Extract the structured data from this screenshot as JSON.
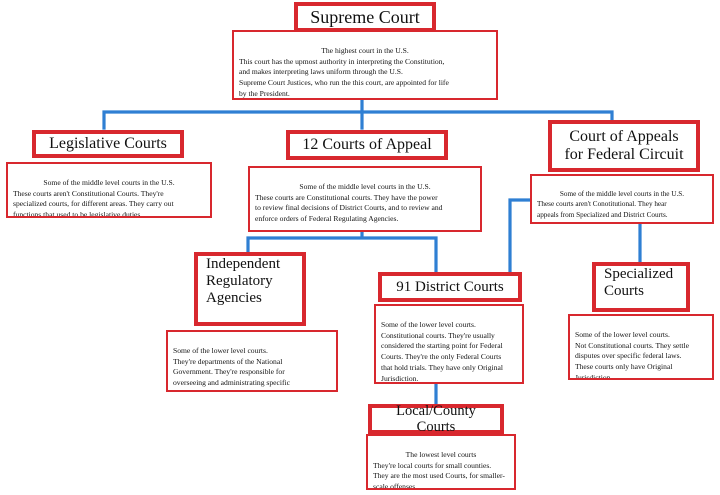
{
  "colors": {
    "border": "#d8282e",
    "connector": "#2f7fd3"
  },
  "nodes": {
    "supreme": {
      "title": "Supreme Court",
      "desc_first": "The highest court in the U.S.",
      "desc_rest": "This court has the upmost authority in interpreting the Constitution,\nand makes interpreting laws uniform through the U.S.\nSupreme Court Justices, who run the this court, are appointed for life\nby the President."
    },
    "legislative": {
      "title": "Legislative Courts",
      "desc_first": "Some of the middle level courts in the U.S.",
      "desc_rest": "These courts aren't Constitutional Courts. They're\nspecialized courts, for different areas. They carry out\nfunctions that used to be legislative duties."
    },
    "appeal": {
      "title": "12 Courts of Appeal",
      "desc_first": "Some of the middle level courts in the U.S.",
      "desc_rest": "These courts are Constitutional courts. They have the power\nto review final decisions of District Courts, and to review and\nenforce orders of Federal Regulating Agencies."
    },
    "federal": {
      "title_line1": "Court of Appeals",
      "title_line2": "for Federal Circuit",
      "desc_first": "Some of the middle level courts in the U.S.",
      "desc_rest": "These courts aren't Conotitutional. They hear\nappeals from Specialized and District Courts.\nThese courts only have Appellate Jurisdiction"
    },
    "agencies": {
      "title_line1": "Independent",
      "title_line2": "Regulatory",
      "title_line3": "Agencies",
      "desc_first": "Some of the lower level courts.",
      "desc_rest": "They're departments of the National\nGovernment. They're responsible for\noverseeing and administrating specific\nfunctions. They're established by Congress."
    },
    "district": {
      "title": "91 District Courts",
      "desc": "Some of the lower level courts.\nConstitutional courts. They're usually\nconsidered the starting point for Federal\nCourts. They're the only Federal Courts\nthat hold trials. They have only Original\nJurisdiction."
    },
    "specialized": {
      "title_line1": "Specialized",
      "title_line2": "Courts",
      "desc": "Some of the lower level courts.\nNot Constitutional courts. They settle\ndisputes over specific federal laws.\nThese courts only have Original\nJurisdiction."
    },
    "local": {
      "title": "Local/County Courts",
      "desc_first": "The lowest level courts",
      "desc_rest": "They're local courts for small counties.\nThey are the most used Courts, for smaller-\nscale offenses."
    }
  }
}
